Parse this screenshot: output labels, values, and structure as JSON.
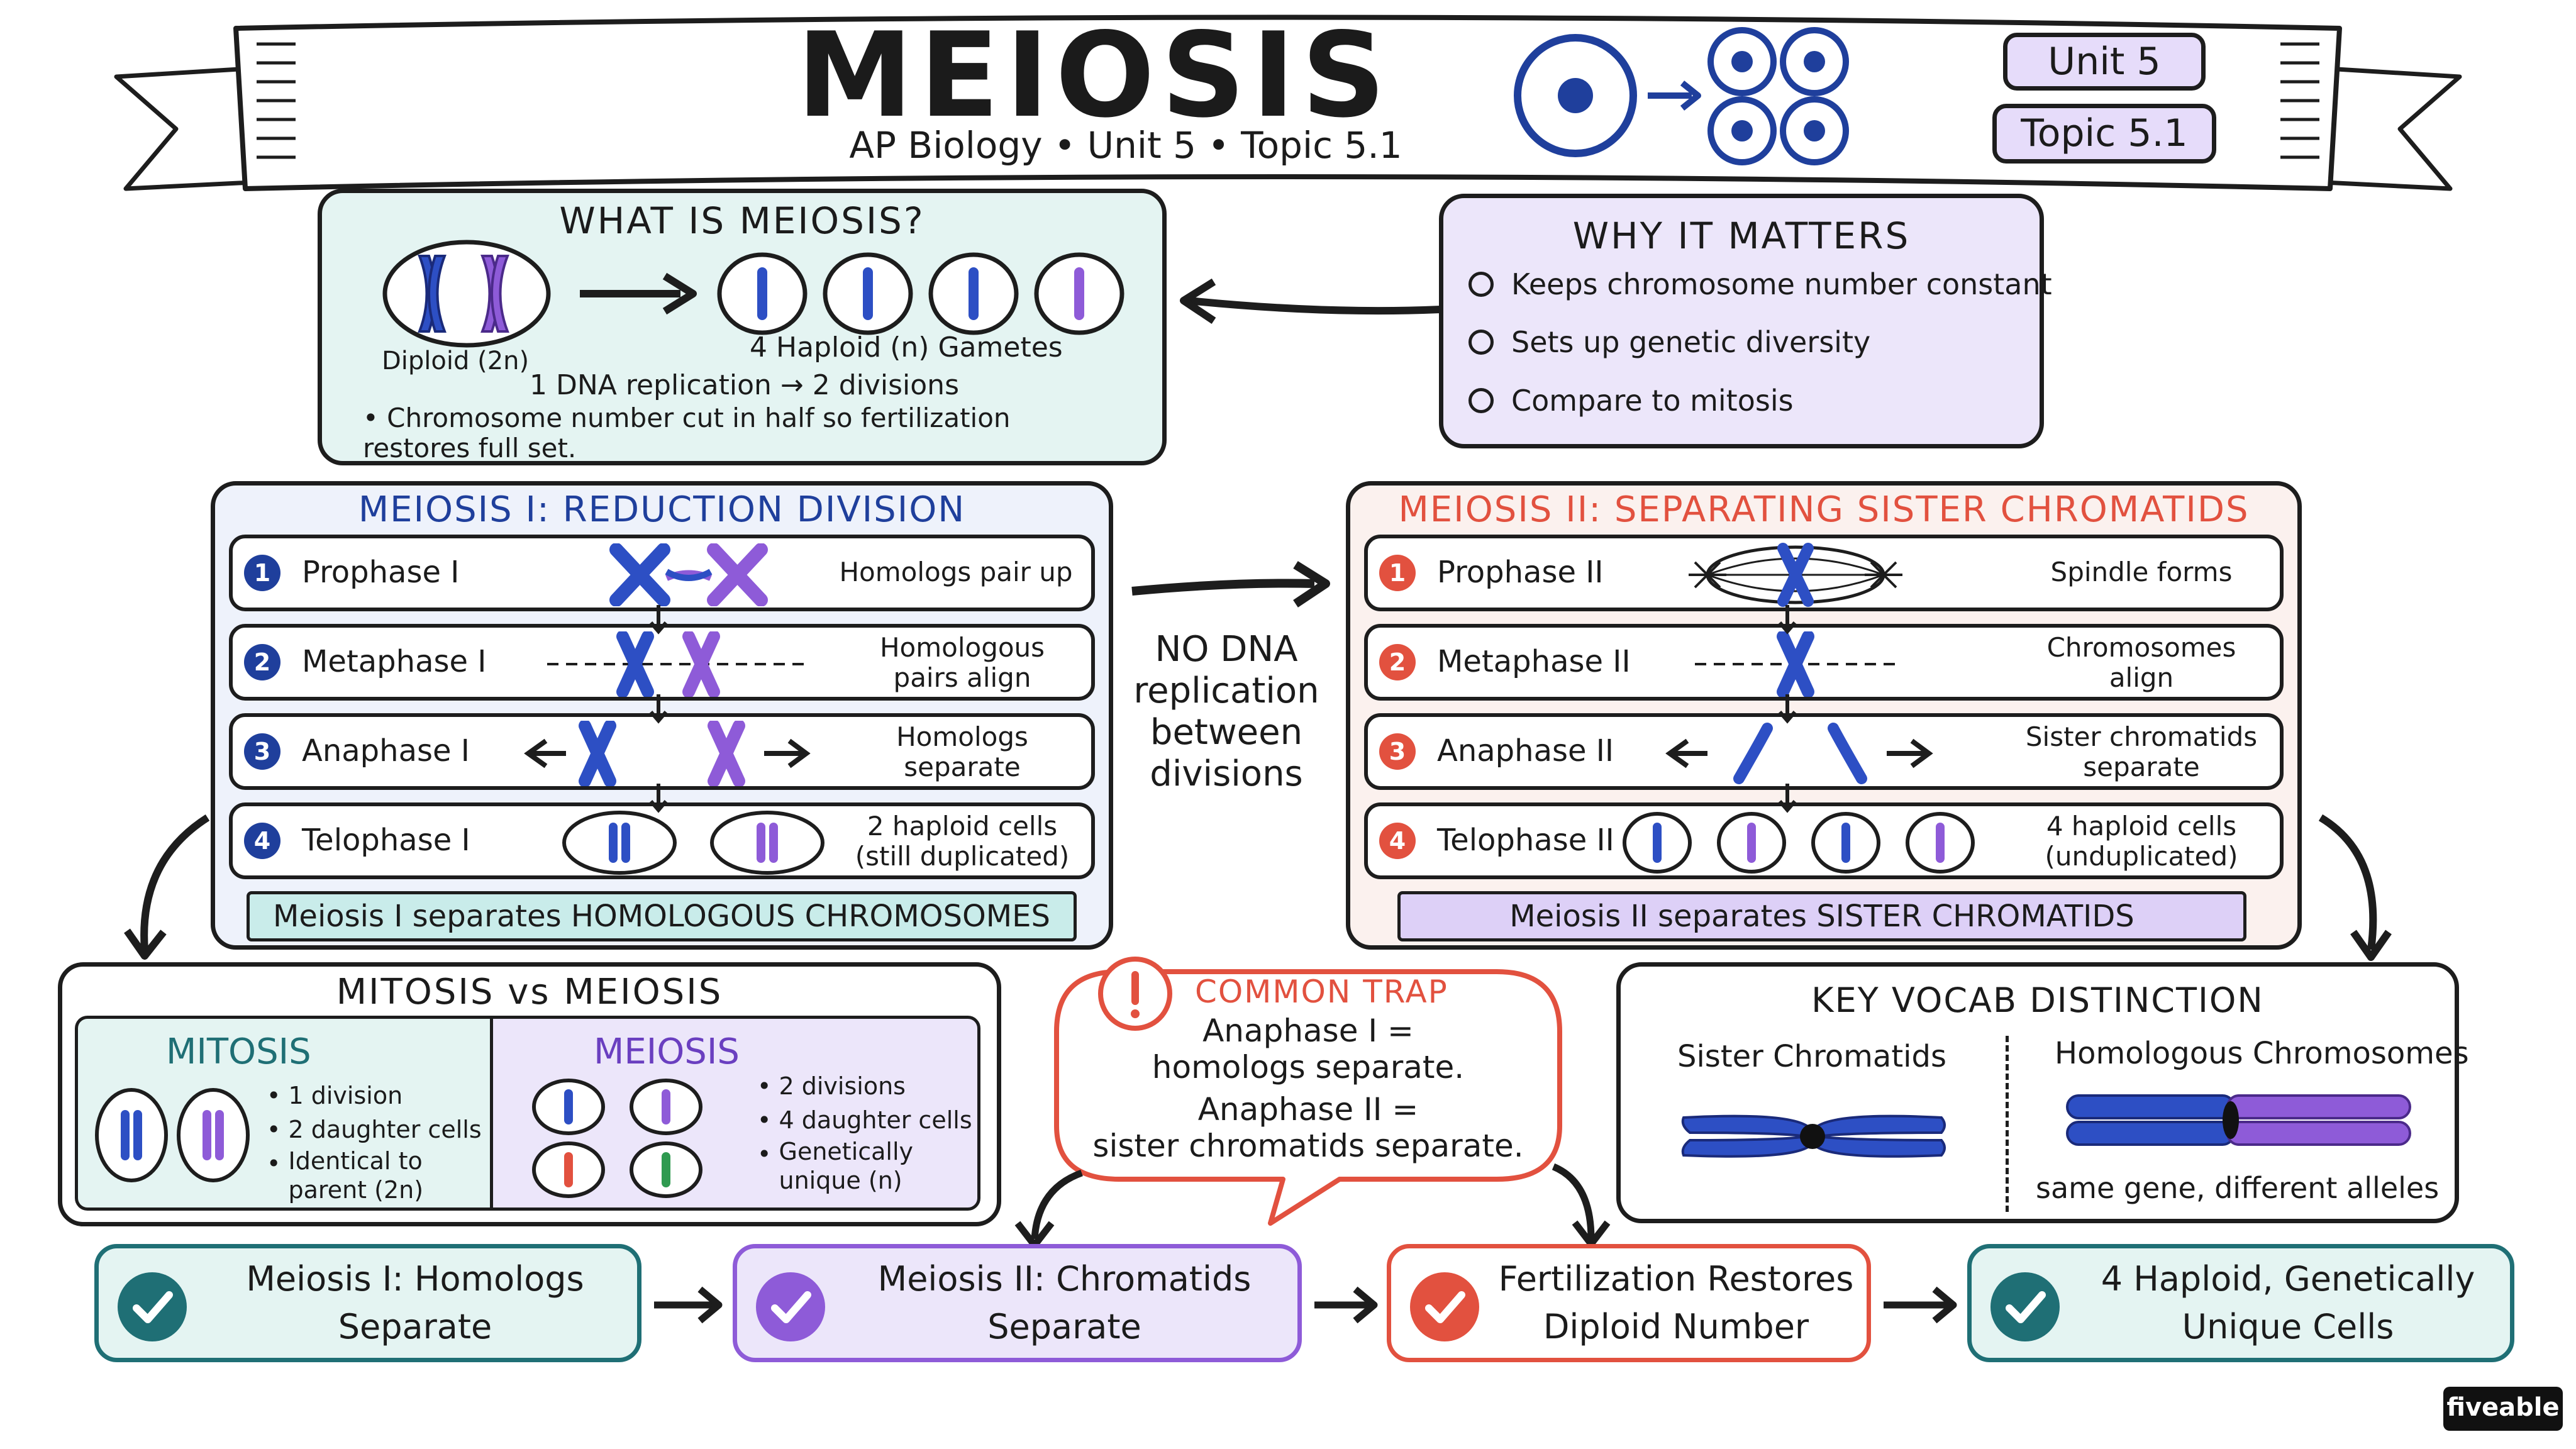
{
  "header": {
    "title": "MEIOSIS",
    "subtitle": "AP Biology • Unit 5 • Topic 5.1",
    "unit_badge": "Unit 5",
    "topic_badge": "Topic 5.1",
    "icon": "one-cell-to-four-cells-icon"
  },
  "what_is": {
    "title": "WHAT IS MEIOSIS?",
    "diploid_label": "Diploid (2n)",
    "gametes_label": "4 Haploid (n) Gametes",
    "process_line": "1 DNA replication → 2 divisions",
    "note": "Chromosome number cut in half so fertilization restores full set."
  },
  "why_matters": {
    "title": "WHY IT MATTERS",
    "items": [
      "Keeps chromosome number constant",
      "Sets up genetic diversity",
      "Compare to mitosis"
    ]
  },
  "meiosis1": {
    "title": "MEIOSIS I: REDUCTION DIVISION",
    "stages": [
      {
        "num": "1",
        "name": "Prophase I",
        "desc": "Homologs pair up"
      },
      {
        "num": "2",
        "name": "Metaphase I",
        "desc": "Homologous\npairs align"
      },
      {
        "num": "3",
        "name": "Anaphase I",
        "desc": "Homologs\nseparate"
      },
      {
        "num": "4",
        "name": "Telophase I",
        "desc": "2 haploid cells\n(still duplicated)"
      }
    ],
    "summary": "Meiosis I separates HOMOLOGOUS CHROMOSOMES"
  },
  "middle_note": "NO DNA\nreplication\nbetween\ndivisions",
  "meiosis2": {
    "title": "MEIOSIS II: SEPARATING SISTER CHROMATIDS",
    "stages": [
      {
        "num": "1",
        "name": "Prophase II",
        "desc": "Spindle forms"
      },
      {
        "num": "2",
        "name": "Metaphase II",
        "desc": "Chromosomes\nalign"
      },
      {
        "num": "3",
        "name": "Anaphase II",
        "desc": "Sister chromatids\nseparate"
      },
      {
        "num": "4",
        "name": "Telophase II",
        "desc": "4 haploid cells\n(unduplicated)"
      }
    ],
    "summary": "Meiosis II separates SISTER CHROMATIDS"
  },
  "mitosis_vs": {
    "title": "MITOSIS vs MEIOSIS",
    "mitosis": {
      "title": "MITOSIS",
      "bullets": [
        "1 division",
        "2 daughter cells",
        "Identical to\nparent (2n)"
      ]
    },
    "meiosis": {
      "title": "MEIOSIS",
      "bullets": [
        "2 divisions",
        "4 daughter cells",
        "Genetically\nunique (n)"
      ]
    }
  },
  "trap": {
    "title": "COMMON TRAP",
    "line1": "Anaphase I =\nhomologs separate.",
    "line2": "Anaphase II =\nsister chromatids separate."
  },
  "vocab": {
    "title": "KEY VOCAB DISTINCTION",
    "left": "Sister Chromatids",
    "right": "Homologous Chromosomes",
    "right_note": "same gene, different alleles"
  },
  "flow": [
    "Meiosis I: Homologs Separate",
    "Meiosis II: Chromatids Separate",
    "Fertilization Restores\nDiploid Number",
    "4 Haploid, Genetically\nUnique Cells"
  ],
  "brand": "fiveable",
  "colors": {
    "dark_blue": "#1f3f9c",
    "purple": "#8e5bd8",
    "teal": "#1f6f75",
    "red": "#e2513f",
    "mint": "#e4f4f2",
    "lavender": "#ece6fa"
  }
}
